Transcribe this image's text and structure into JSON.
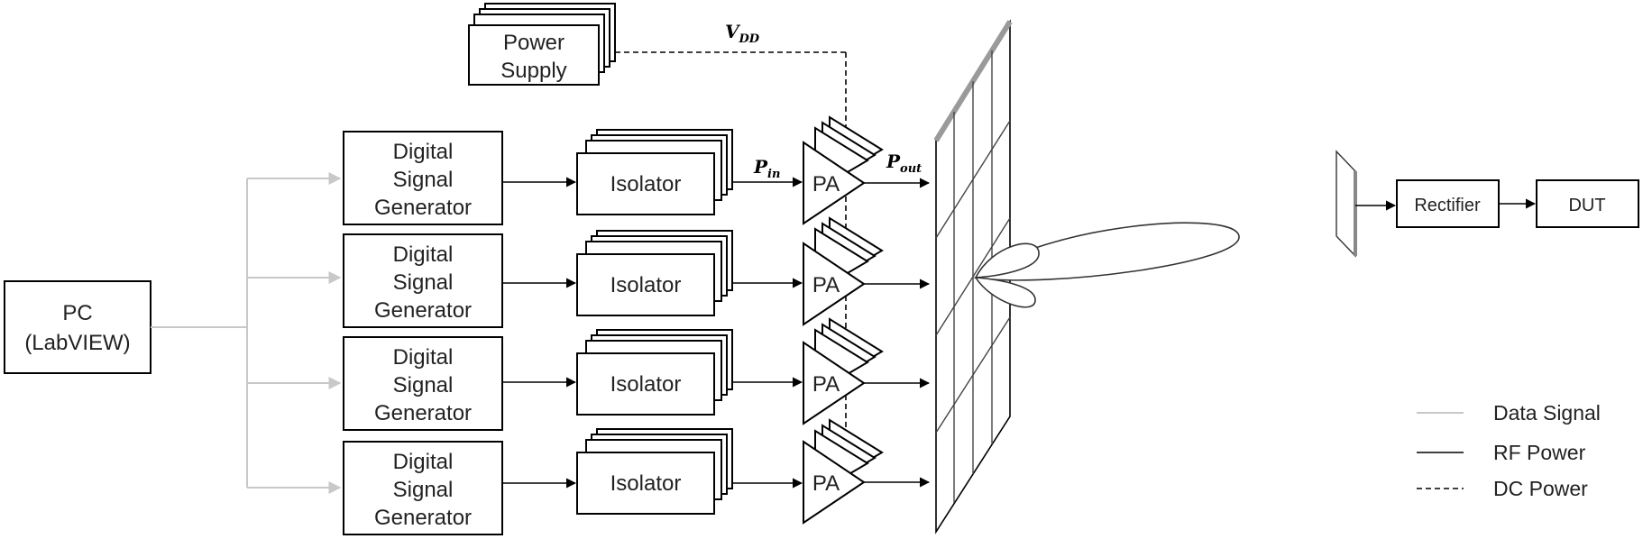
{
  "pc": {
    "line1": "PC",
    "line2": "(LabVIEW)"
  },
  "power_supply": {
    "line1": "Power",
    "line2": "Supply"
  },
  "labels": {
    "vdd_main": "V",
    "vdd_sub": "DD",
    "pin_main": "P",
    "pin_sub": "in",
    "pout_main": "P",
    "pout_sub": "out"
  },
  "chains": [
    {
      "dsg": [
        "Digital",
        "Signal",
        "Generator"
      ],
      "isolator": "Isolator",
      "pa": "PA"
    },
    {
      "dsg": [
        "Digital",
        "Signal",
        "Generator"
      ],
      "isolator": "Isolator",
      "pa": "PA"
    },
    {
      "dsg": [
        "Digital",
        "Signal",
        "Generator"
      ],
      "isolator": "Isolator",
      "pa": "PA"
    },
    {
      "dsg": [
        "Digital",
        "Signal",
        "Generator"
      ],
      "isolator": "Isolator",
      "pa": "PA"
    }
  ],
  "receiver": {
    "rectifier": "Rectifier",
    "dut": "DUT"
  },
  "legend": [
    {
      "label": "Data Signal",
      "style": "data",
      "color": "#c8c8c8"
    },
    {
      "label": "RF Power",
      "style": "rf",
      "color": "#000000"
    },
    {
      "label": "DC Power",
      "style": "dc",
      "color": "#000000"
    }
  ]
}
